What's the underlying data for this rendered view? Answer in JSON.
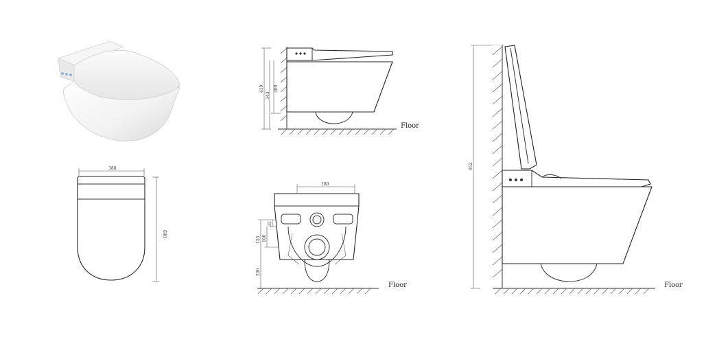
{
  "labels": {
    "floor": "Floor"
  },
  "dimensions": {
    "top_width": "388",
    "top_length": "690",
    "side_overall_height": "419",
    "side_inner_height": "343",
    "side_lower_height": "300",
    "front_width": "180",
    "front_small_a": "35",
    "front_small_b": "100",
    "front_mid": "155",
    "front_low": "200",
    "lid_height": "952"
  },
  "colors": {
    "line": "#333333",
    "background": "#ffffff",
    "product": "#f4f4f4"
  }
}
